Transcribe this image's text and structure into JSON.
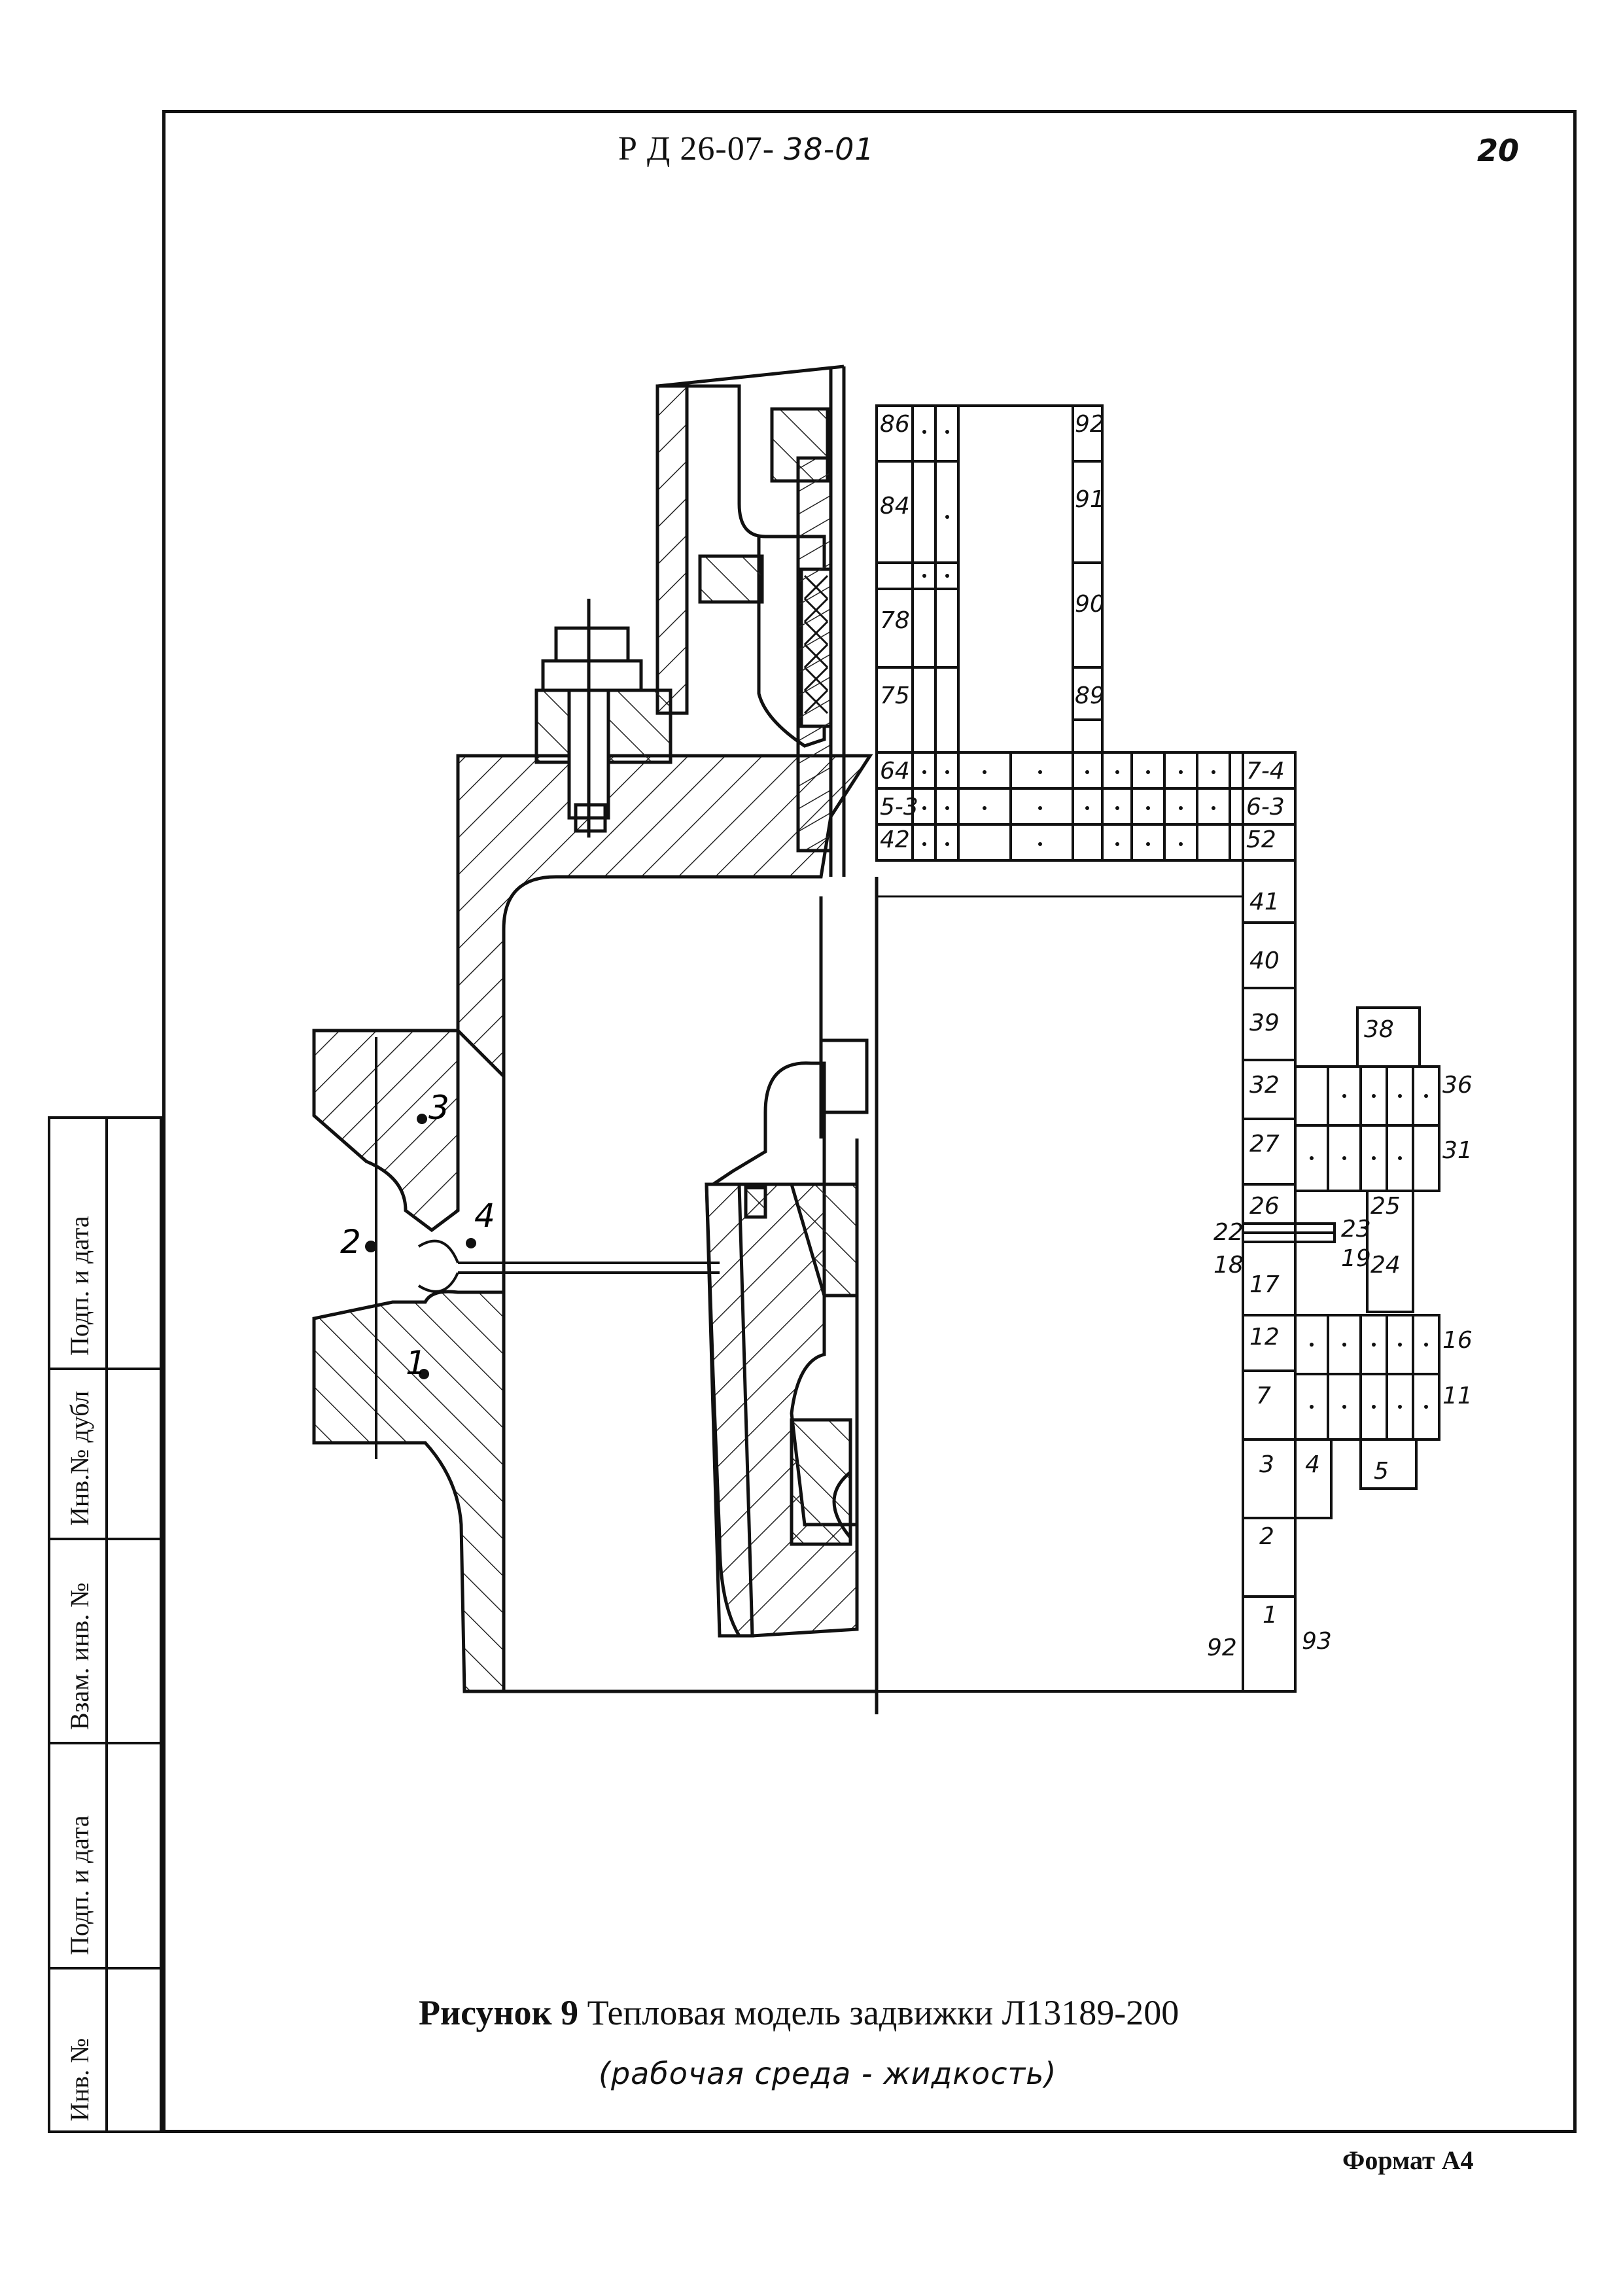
{
  "header": {
    "doc_code_print": "Р Д 26-07-",
    "doc_code_hand": "38-01",
    "page_number": "20"
  },
  "footer": {
    "format": "Формат А4"
  },
  "caption": {
    "title_bold": "Рисунок 9",
    "title_rest": "Тепловая модель задвижки Л13189-200",
    "subtitle": "(рабочая среда - жидкость)"
  },
  "side_stamp": [
    "Подп. и дата",
    "Инв.№ дубл",
    "Взам. инв. №",
    "Подп. и дата",
    "Инв. №"
  ],
  "drawing_labels": {
    "point_1": "1",
    "point_2": "2",
    "point_3": "3",
    "point_4": "4"
  },
  "node_labels": {
    "n86": "86",
    "n92a": "92",
    "n84": "84",
    "n91": "91",
    "n78": "78",
    "n90": "90",
    "n75": "75",
    "n89": "89",
    "n64": "64",
    "n74": "7-4",
    "n53": "5-3",
    "n63": "6-3",
    "n42": "42",
    "n52": "52",
    "n41": "41",
    "n40": "40",
    "n39": "39",
    "n38": "38",
    "n32": "32",
    "n36": "36",
    "n27": "27",
    "n31": "31",
    "n26": "26",
    "n25": "25",
    "n22": "22",
    "n23": "23",
    "n18": "18",
    "n19": "19",
    "n24": "24",
    "n17": "17",
    "n12": "12",
    "n16": "16",
    "n7": "7",
    "n11": "11",
    "n3": "3",
    "n4": "4",
    "n5": "5",
    "n2": "2",
    "n1": "1",
    "n92b": "92",
    "n93": "93"
  }
}
